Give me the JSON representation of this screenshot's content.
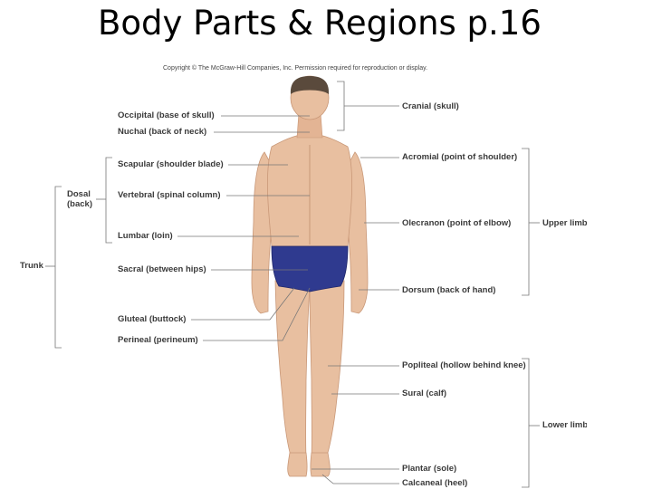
{
  "title": "Body Parts & Regions p.16",
  "copyright": "Copyright © The McGraw-Hill Companies, Inc. Permission required for reproduction or display.",
  "labels": {
    "occipital": "Occipital (base of skull)",
    "nuchal": "Nuchal (back of neck)",
    "scapular": "Scapular (shoulder blade)",
    "dosal_1": "Dosal",
    "dosal_2": "(back)",
    "vertebral": "Vertebral (spinal column)",
    "lumbar": "Lumbar (loin)",
    "trunk": "Trunk",
    "sacral": "Sacral (between hips)",
    "gluteal": "Gluteal (buttock)",
    "perineal": "Perineal (perineum)",
    "cranial": "Cranial (skull)",
    "acromial": "Acromial (point of shoulder)",
    "olecranon": "Olecranon (point of elbow)",
    "upper_limb": "Upper limb",
    "dorsum": "Dorsum (back of hand)",
    "popliteal": "Popliteal (hollow behind knee)",
    "sural": "Sural (calf)",
    "lower_limb": "Lower limb",
    "plantar": "Plantar (sole)",
    "calcaneal": "Calcaneal (heel)"
  },
  "colors": {
    "skin": "#e8bfa0",
    "skin_shade": "#d9a582",
    "hair": "#5a4a3c",
    "briefs": "#2f3a8f",
    "leader": "#777777"
  }
}
